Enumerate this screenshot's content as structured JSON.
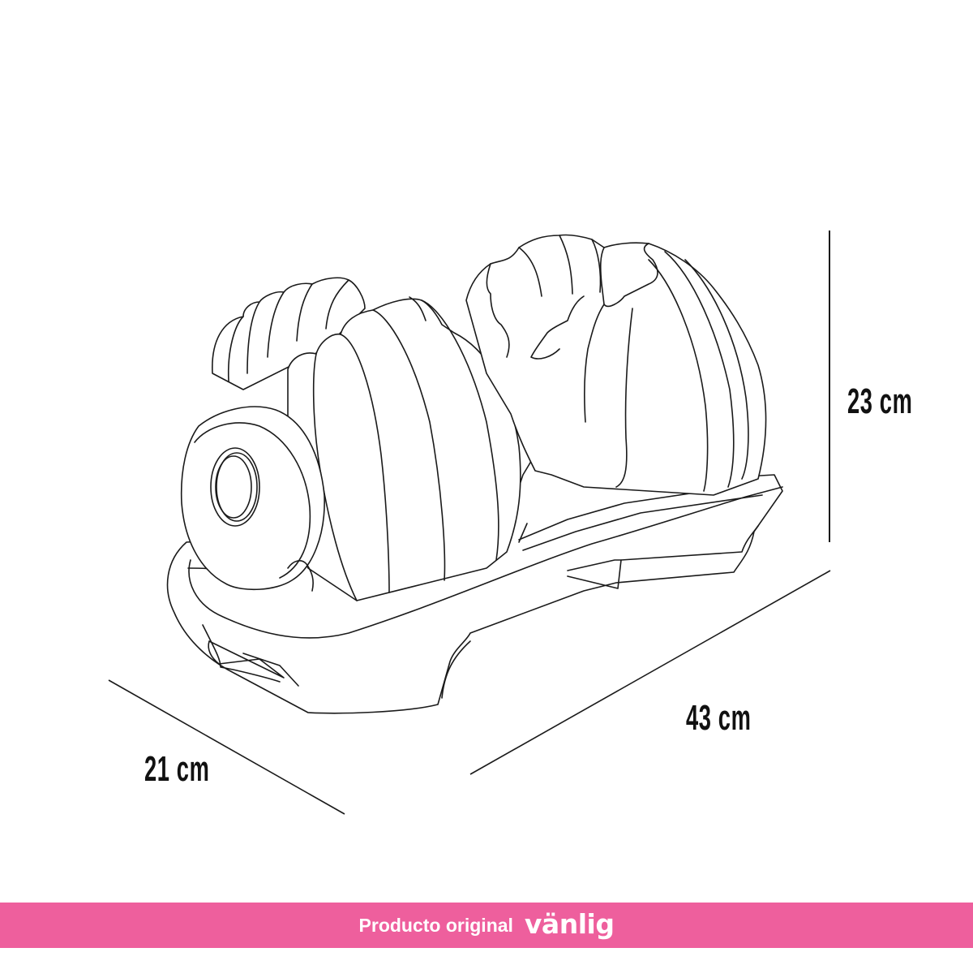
{
  "diagram": {
    "subject": "adjustable dumbbell on base tray",
    "dimensions": {
      "height": "23 cm",
      "length": "43 cm",
      "depth": "21 cm"
    }
  },
  "banner": {
    "text": "Producto original",
    "brand": "vänlig",
    "background_color": "#ee5f9d",
    "text_color": "#ffffff"
  }
}
